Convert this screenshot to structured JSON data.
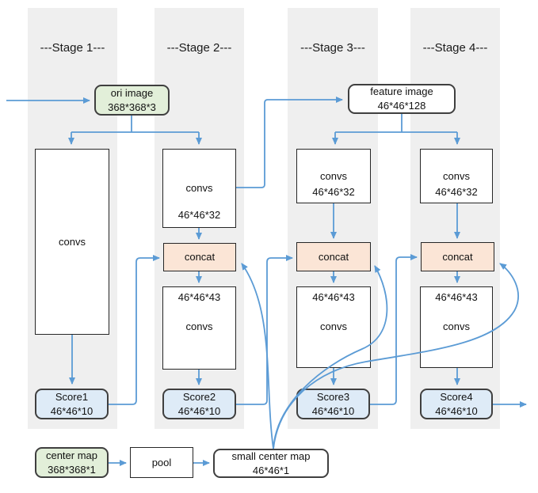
{
  "stages": [
    {
      "label": "---Stage 1---"
    },
    {
      "label": "---Stage 2---"
    },
    {
      "label": "---Stage 3---"
    },
    {
      "label": "---Stage 4---"
    }
  ],
  "nodes": {
    "ori_image": {
      "line1": "ori image",
      "line2": "368*368*3"
    },
    "feature_image": {
      "line1": "feature image",
      "line2": "46*46*128"
    },
    "stage1_convs": {
      "line1": "convs"
    },
    "stage2_convs": {
      "line1": "convs",
      "line2": "46*46*32"
    },
    "stage3_convs": {
      "line1": "convs",
      "line2": "46*46*32"
    },
    "stage4_convs": {
      "line1": "convs",
      "line2": "46*46*32"
    },
    "stage2_concat": {
      "label": "concat"
    },
    "stage3_concat": {
      "label": "concat"
    },
    "stage4_concat": {
      "label": "concat"
    },
    "stage2_convs43": {
      "line1": "46*46*43",
      "line2": "convs"
    },
    "stage3_convs43": {
      "line1": "46*46*43",
      "line2": "convs"
    },
    "stage4_convs43": {
      "line1": "46*46*43",
      "line2": "convs"
    },
    "score1": {
      "line1": "Score1",
      "line2": "46*46*10"
    },
    "score2": {
      "line1": "Score2",
      "line2": "46*46*10"
    },
    "score3": {
      "line1": "Score3",
      "line2": "46*46*10"
    },
    "score4": {
      "line1": "Score4",
      "line2": "46*46*10"
    },
    "center_map": {
      "line1": "center map",
      "line2": "368*368*1"
    },
    "pool": {
      "label": "pool"
    },
    "small_center_map": {
      "line1": "small center map",
      "line2": "46*46*1"
    }
  },
  "colors": {
    "arrow_blue": "#5b9bd5",
    "stage_band_gray": "#efefef",
    "green_fill": "#e2efd9",
    "blue_fill": "#deebf7",
    "orange_fill": "#fbe5d6",
    "box_border": "#262626",
    "rounded_border": "#3f3f3f"
  }
}
